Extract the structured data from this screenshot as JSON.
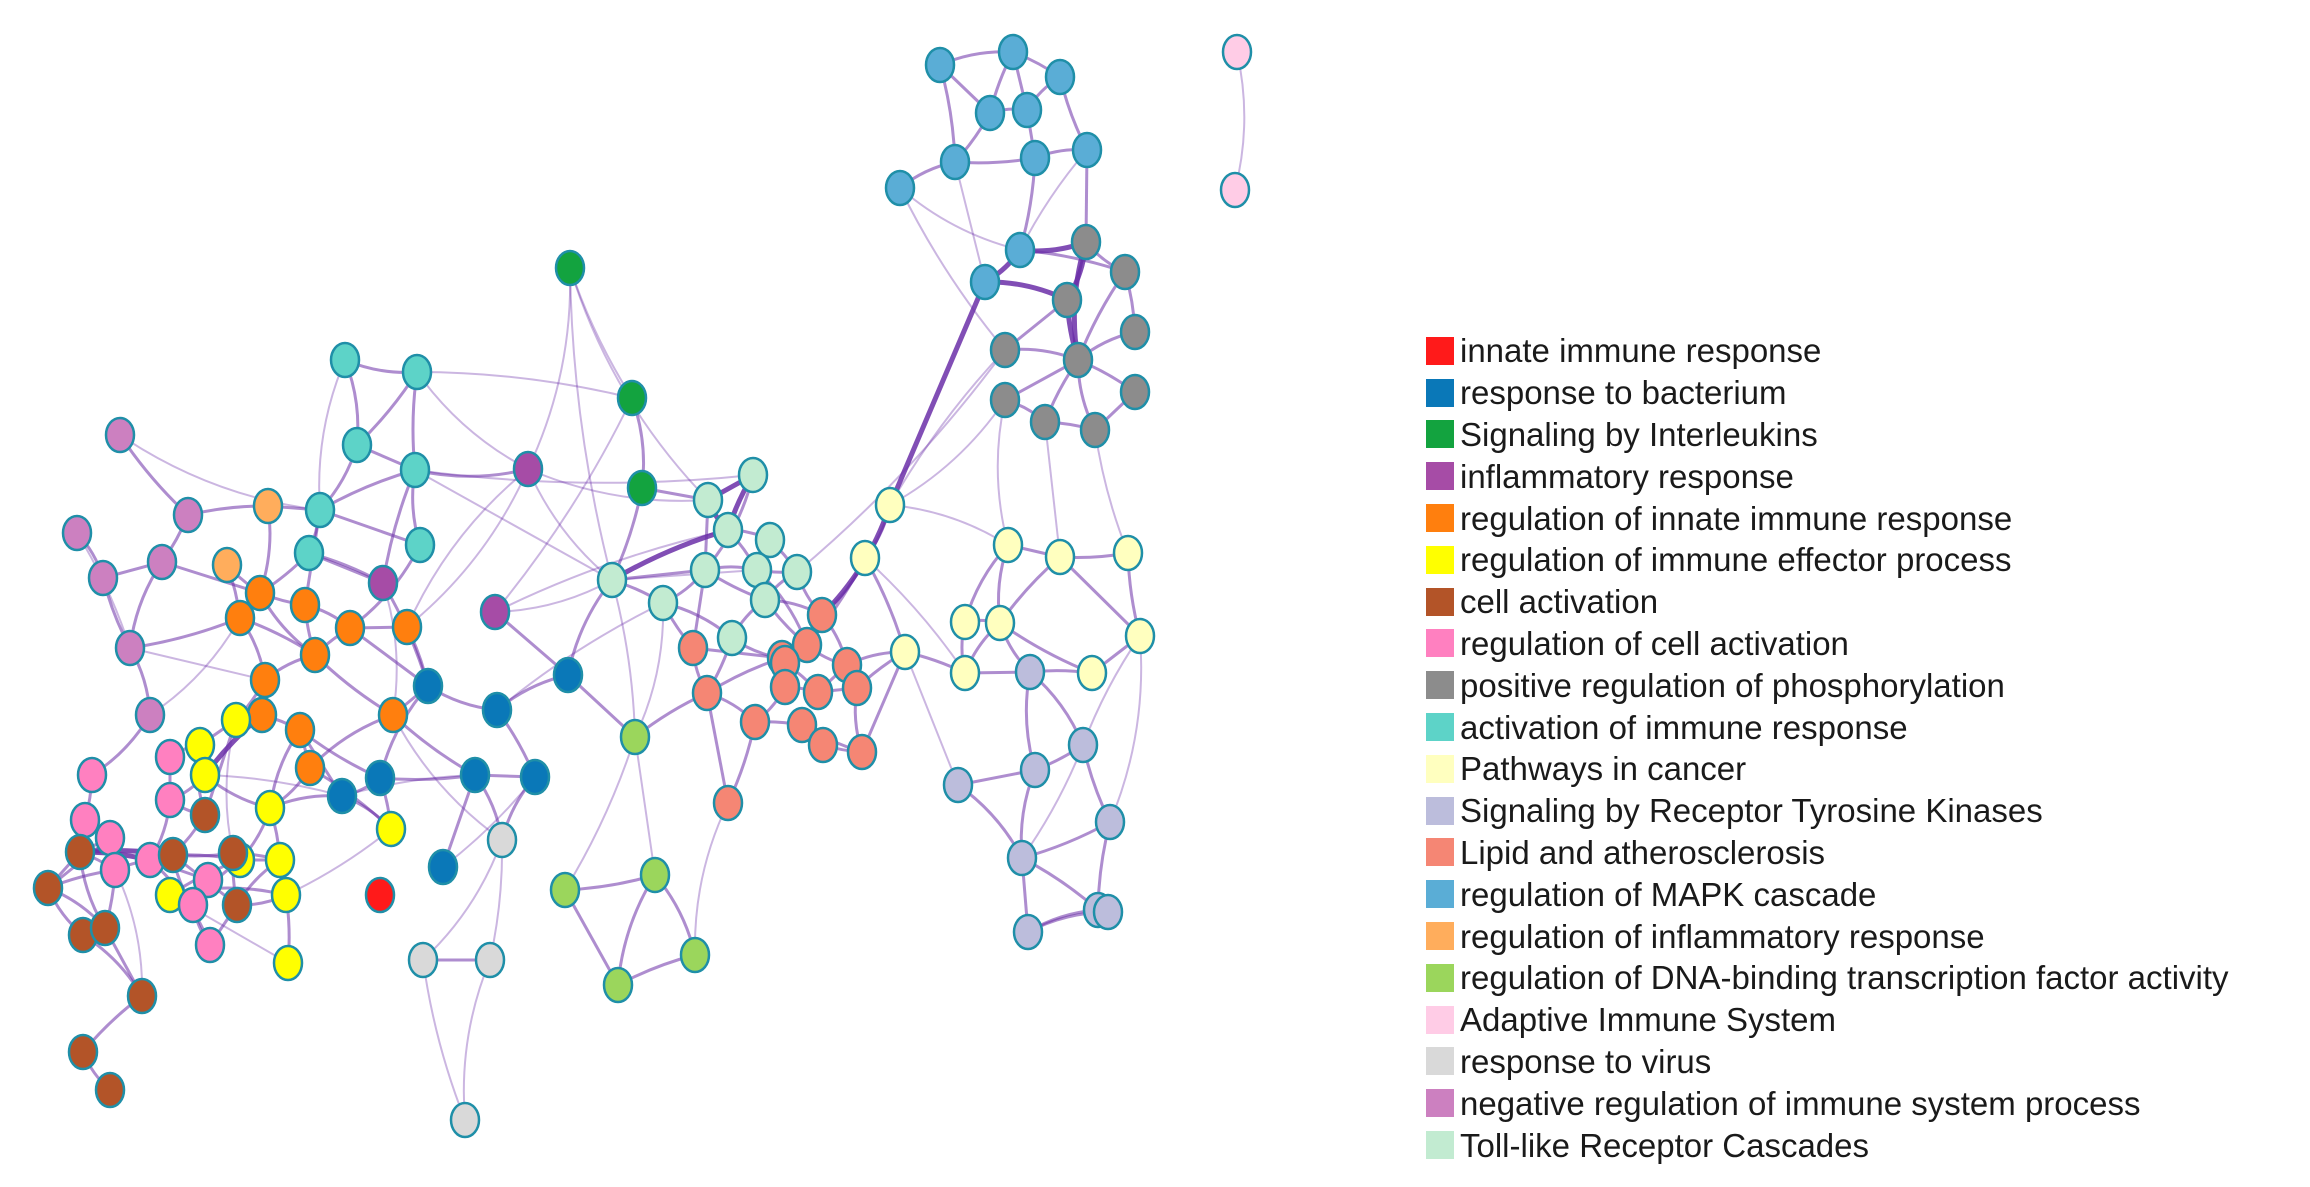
{
  "legend": [
    {
      "id": "innate",
      "label": "innate immune response",
      "color": "#ff1a1a"
    },
    {
      "id": "bacterium",
      "label": "response to bacterium",
      "color": "#0a78b8"
    },
    {
      "id": "interleukins",
      "label": "Signaling by Interleukins",
      "color": "#13a33f"
    },
    {
      "id": "inflammatory",
      "label": "inflammatory response",
      "color": "#a64ca6"
    },
    {
      "id": "reg-innate",
      "label": "regulation of innate immune response",
      "color": "#ff7f0e"
    },
    {
      "id": "reg-effector",
      "label": "regulation of immune effector process",
      "color": "#ffff00"
    },
    {
      "id": "cell-activation",
      "label": "cell activation",
      "color": "#b35428"
    },
    {
      "id": "reg-cell-activation",
      "label": "regulation of cell activation",
      "color": "#ff80c0"
    },
    {
      "id": "phosphorylation",
      "label": "positive regulation of phosphorylation",
      "color": "#8c8c8c"
    },
    {
      "id": "activation-immune",
      "label": "activation of immune response",
      "color": "#5dd3c8"
    },
    {
      "id": "cancer",
      "label": "Pathways in cancer",
      "color": "#ffffbf"
    },
    {
      "id": "rtk",
      "label": "Signaling by Receptor Tyrosine Kinases",
      "color": "#bcbddc"
    },
    {
      "id": "lipid",
      "label": "Lipid and atherosclerosis",
      "color": "#f58674"
    },
    {
      "id": "mapk",
      "label": "regulation of MAPK cascade",
      "color": "#5aadd6"
    },
    {
      "id": "reg-inflammatory",
      "label": "regulation of inflammatory response",
      "color": "#ffad5c"
    },
    {
      "id": "dna-binding",
      "label": "regulation of DNA-binding transcription factor activity",
      "color": "#9bd65c"
    },
    {
      "id": "adaptive",
      "label": "Adaptive Immune System",
      "color": "#ffcce6"
    },
    {
      "id": "virus",
      "label": "response to virus",
      "color": "#d9d9d9"
    },
    {
      "id": "neg-reg",
      "label": "negative regulation of immune system process",
      "color": "#cc80c0"
    },
    {
      "id": "tlr",
      "label": "Toll-like Receptor Cascades",
      "color": "#c2ebd1"
    }
  ],
  "network": {
    "node_border_color": "#1f8fa8",
    "edge_color": "#6b2fa8"
  }
}
